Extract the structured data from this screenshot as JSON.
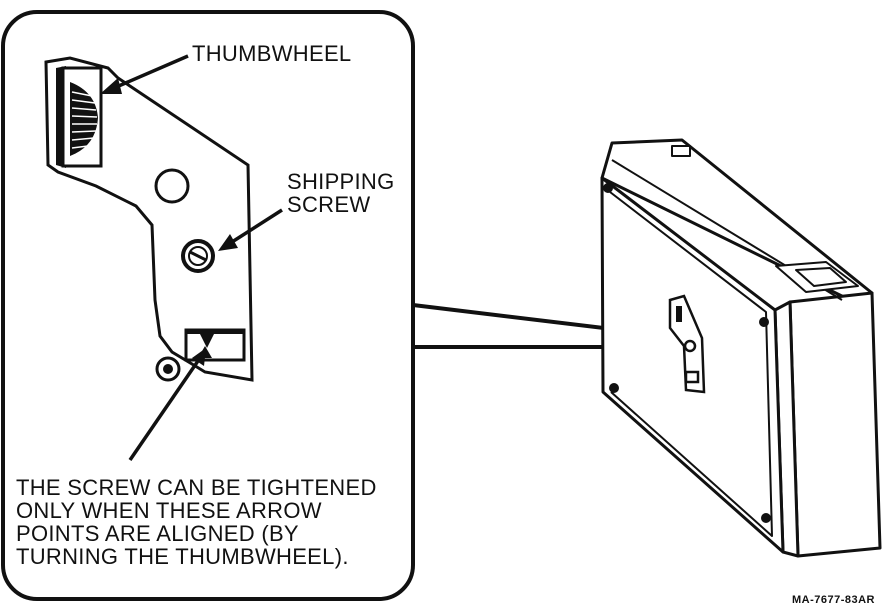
{
  "labels": {
    "thumbwheel": "THUMBWHEEL",
    "shipping_screw": "SHIPPING\nSCREW",
    "note": "THE SCREW CAN BE TIGHTENED\nONLY WHEN THESE ARROW\nPOINTS ARE ALIGNED (BY\nTURNING THE THUMBWHEEL).",
    "figure_ref": "MA-7677-83AR"
  },
  "colors": {
    "ink": "#111111",
    "paper": "#ffffff"
  }
}
